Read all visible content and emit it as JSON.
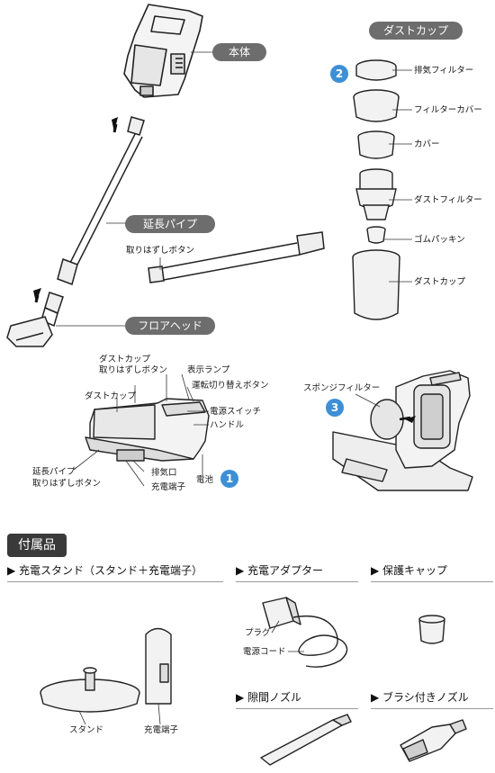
{
  "main_labels": {
    "body": "本体",
    "extension_pipe": "延長パイプ",
    "floor_head": "フロアヘッド",
    "release_button": "取りはずしボタン"
  },
  "dust_cup": {
    "title": "ダストカップ",
    "badge2": "2",
    "parts": [
      "排気フィルター",
      "フィルターカバー",
      "カバー",
      "ダストフィルター",
      "ゴムパッキン",
      "ダストカップ"
    ]
  },
  "body_detail": {
    "dust_cup_release_1": "ダストカップ",
    "dust_cup_release_2": "取りはずしボタン",
    "display_lamp": "表示ランプ",
    "mode_button": "運転切り替えボタン",
    "dust_cup": "ダストカップ",
    "power_switch": "電源スイッチ",
    "handle": "ハンドル",
    "pipe_release_1": "延長パイプ",
    "pipe_release_2": "取りはずしボタン",
    "exhaust": "排気口",
    "charge_terminal": "充電端子",
    "battery": "電池",
    "badge1": "1"
  },
  "sponge": {
    "label": "スポンジフィルター",
    "badge3": "3"
  },
  "accessories": {
    "title": "付属品",
    "stand": {
      "header": "▶ 充電スタンド（スタンド＋充電端子）",
      "stand_label": "スタンド",
      "terminal_label": "充電端子"
    },
    "adapter": {
      "header": "▶ 充電アダプター",
      "plug": "プラグ",
      "cord": "電源コード"
    },
    "cap": {
      "header": "▶ 保護キャップ"
    },
    "crevice": {
      "header": "▶ 隙間ノズル"
    },
    "brush": {
      "header": "▶ ブラシ付きノズル"
    }
  }
}
